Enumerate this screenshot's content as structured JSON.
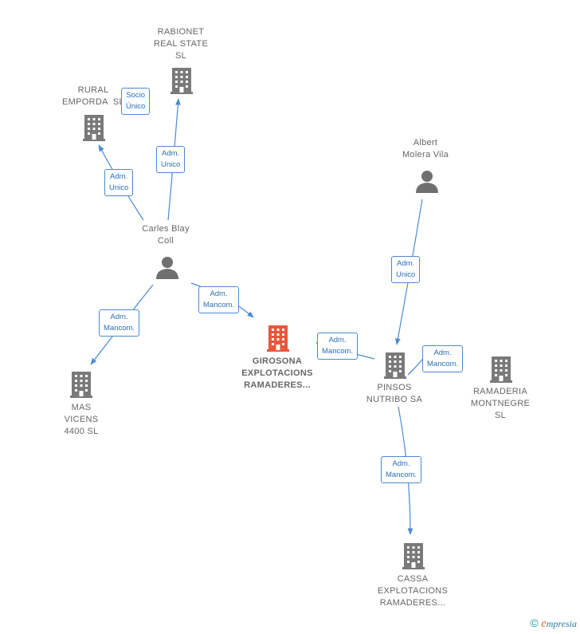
{
  "colors": {
    "edge": "#4a8ad4",
    "building": "#7a7a7a",
    "building_focus": "#e8573a",
    "person": "#6f6f6f"
  },
  "nodes": {
    "rabionet": {
      "label": "RABIONET\nREAL STATE\nSL",
      "icon": "building-icon"
    },
    "rural": {
      "label": "RURAL\nEMPORDA  SL",
      "icon": "building-icon"
    },
    "carles": {
      "label": "Carles Blay\nColl",
      "icon": "person-icon"
    },
    "albert": {
      "label": "Albert\nMolera Vila",
      "icon": "person-icon"
    },
    "girosona": {
      "label": "GIROSONA\nEXPLOTACIONS\nRAMADERES...",
      "icon": "building-icon"
    },
    "pinsos": {
      "label": "PINSOS\nNUTRIBO SA",
      "icon": "building-icon"
    },
    "ramaderia": {
      "label": "RAMADERIA\nMONTNEGRE\nSL",
      "icon": "building-icon"
    },
    "mas": {
      "label": "MAS\nVICENS\n4400 SL",
      "icon": "building-icon"
    },
    "cassa": {
      "label": "CASSA\nEXPLOTACIONS\nRAMADERES...",
      "icon": "building-icon"
    }
  },
  "edges": {
    "rural_rabionet": {
      "label": "Socio\nÚnico"
    },
    "carles_rabionet": {
      "label": "Adm.\nUnico"
    },
    "carles_rural": {
      "label": "Adm.\nUnico"
    },
    "carles_girosona": {
      "label": "Adm.\nMancom."
    },
    "carles_mas": {
      "label": "Adm.\nMancom."
    },
    "albert_pinsos": {
      "label": "Adm.\nUnico"
    },
    "pinsos_girosona": {
      "label": "Adm.\nMancom."
    },
    "pinsos_ramaderia": {
      "label": "Adm.\nMancom."
    },
    "pinsos_cassa": {
      "label": "Adm.\nMancom."
    }
  },
  "footer": {
    "copyright": "©",
    "brand_initial": "e",
    "brand_rest": "mpresia"
  }
}
